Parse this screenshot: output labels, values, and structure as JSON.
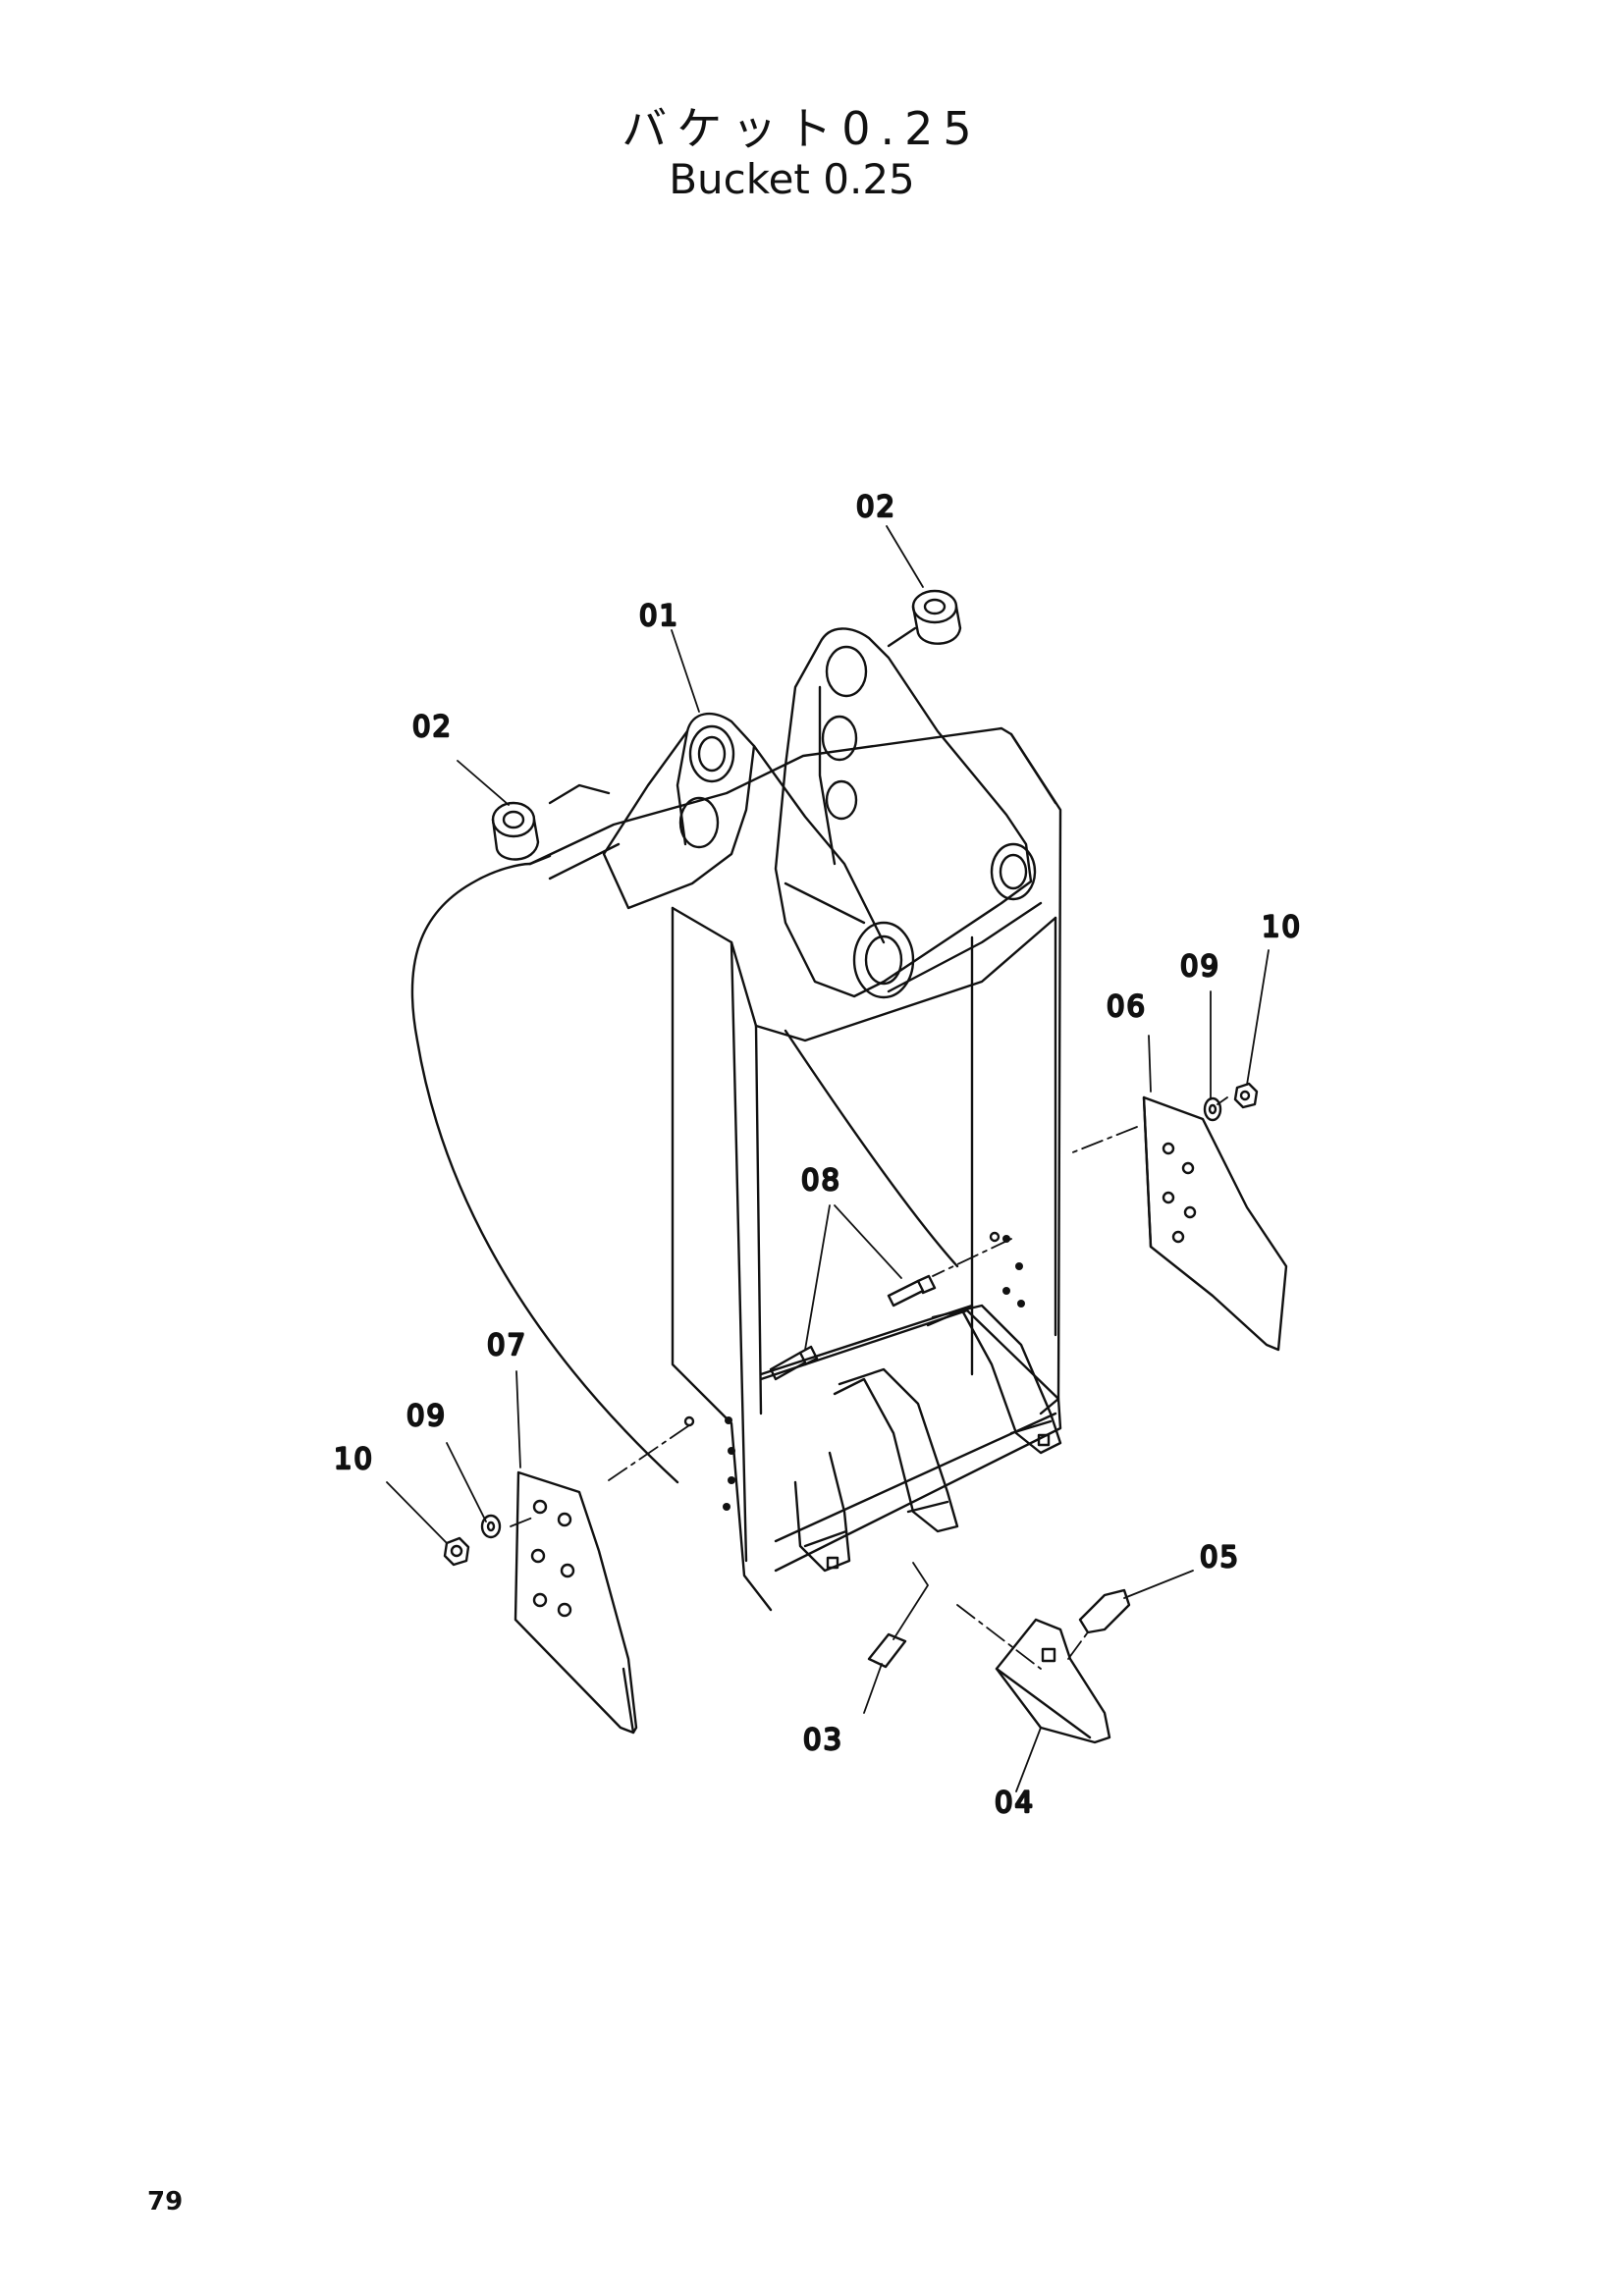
{
  "title": {
    "japanese": "バケット0.25",
    "english": "Bucket 0.25"
  },
  "callouts": {
    "c01": "01",
    "c02a": "02",
    "c02b": "02",
    "c03": "03",
    "c04": "04",
    "c05": "05",
    "c06": "06",
    "c07": "07",
    "c08": "08",
    "c09a": "09",
    "c09b": "09",
    "c10a": "10",
    "c10b": "10"
  },
  "page_number": "79"
}
